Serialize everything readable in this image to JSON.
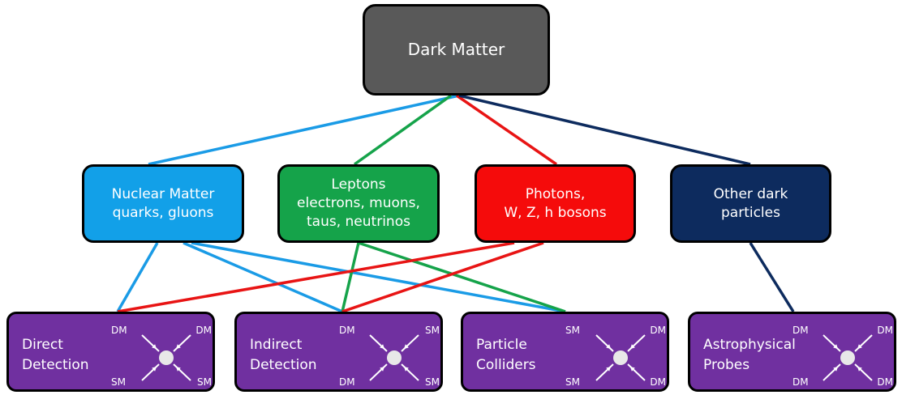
{
  "colors": {
    "root": "#595959",
    "nuclear": "#12a0e8",
    "leptons": "#15a34a",
    "photons": "#f50b0b",
    "other": "#0d2b5e",
    "probe": "#7030a0"
  },
  "root": {
    "label": "Dark Matter"
  },
  "categories": [
    {
      "id": "nuclear",
      "label": "Nuclear Matter\nquarks, gluons"
    },
    {
      "id": "leptons",
      "label": "Leptons\nelectrons, muons,\ntaus, neutrinos"
    },
    {
      "id": "photons",
      "label": "Photons,\nW, Z, h bosons"
    },
    {
      "id": "other",
      "label": "Other dark\nparticles"
    }
  ],
  "probes": [
    {
      "id": "direct",
      "label": "Direct\nDetection",
      "tl": "DM",
      "tr": "DM",
      "bl": "SM",
      "br": "SM"
    },
    {
      "id": "indirect",
      "label": "Indirect\nDetection",
      "tl": "DM",
      "tr": "SM",
      "bl": "DM",
      "br": "SM"
    },
    {
      "id": "colliders",
      "label": "Particle\nColliders",
      "tl": "SM",
      "tr": "DM",
      "bl": "SM",
      "br": "DM"
    },
    {
      "id": "astro",
      "label": "Astrophysical\nProbes",
      "tl": "DM",
      "tr": "DM",
      "bl": "DM",
      "br": "DM"
    }
  ],
  "edges": [
    {
      "from": "root",
      "to": "nuclear",
      "color": "#1a9be6"
    },
    {
      "from": "root",
      "to": "leptons",
      "color": "#15a34a"
    },
    {
      "from": "root",
      "to": "photons",
      "color": "#e81414"
    },
    {
      "from": "root",
      "to": "other",
      "color": "#0d2b5e"
    },
    {
      "from": "nuclear",
      "to": "direct",
      "color": "#1a9be6"
    },
    {
      "from": "nuclear",
      "to": "indirect",
      "color": "#1a9be6"
    },
    {
      "from": "nuclear",
      "to": "colliders",
      "color": "#1a9be6"
    },
    {
      "from": "leptons",
      "to": "indirect",
      "color": "#15a34a"
    },
    {
      "from": "leptons",
      "to": "colliders",
      "color": "#15a34a"
    },
    {
      "from": "photons",
      "to": "direct",
      "color": "#e81414"
    },
    {
      "from": "photons",
      "to": "indirect",
      "color": "#e81414"
    },
    {
      "from": "other",
      "to": "astro",
      "color": "#0d2b5e"
    }
  ]
}
